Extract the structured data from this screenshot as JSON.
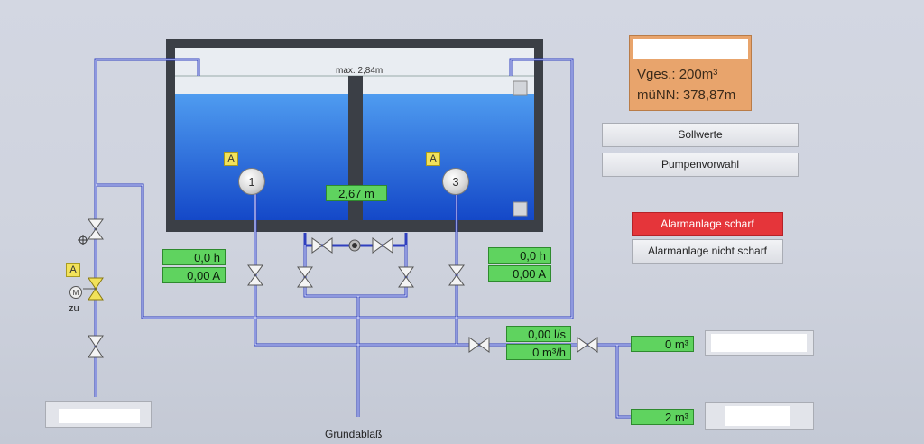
{
  "tank": {
    "max_label": "max. 2,84m",
    "level_value": "2,67 m"
  },
  "pumps": [
    {
      "id": "1",
      "mode": "A",
      "hours": "0,0 h",
      "current": "0,00 A"
    },
    {
      "id": "3",
      "mode": "A",
      "hours": "0,0 h",
      "current": "0,00 A"
    }
  ],
  "info_panel": {
    "volume": "Vges.: 200m³",
    "elevation": "müNN: 378,87m"
  },
  "buttons": {
    "sollwerte": "Sollwerte",
    "pumpenvorwahl": "Pumpenvorwahl",
    "alarm_armed": "Alarmanlage scharf",
    "alarm_disarmed": "Alarmanlage nicht scharf"
  },
  "inlet_valve": {
    "mode": "A",
    "motor": "M",
    "state": "zu"
  },
  "flow": {
    "rate": "0,00 l/s",
    "volume_rate": "0 m³/h"
  },
  "meters": [
    {
      "value": "0 m³"
    },
    {
      "value": "2 m³"
    }
  ],
  "drain_label": "Grundablaß",
  "colors": {
    "water": "#1f5fd0",
    "pipe": "#2f3fbf",
    "display": "#5fd35f",
    "alarm": "#e5353a",
    "info": "#e8a46c"
  }
}
